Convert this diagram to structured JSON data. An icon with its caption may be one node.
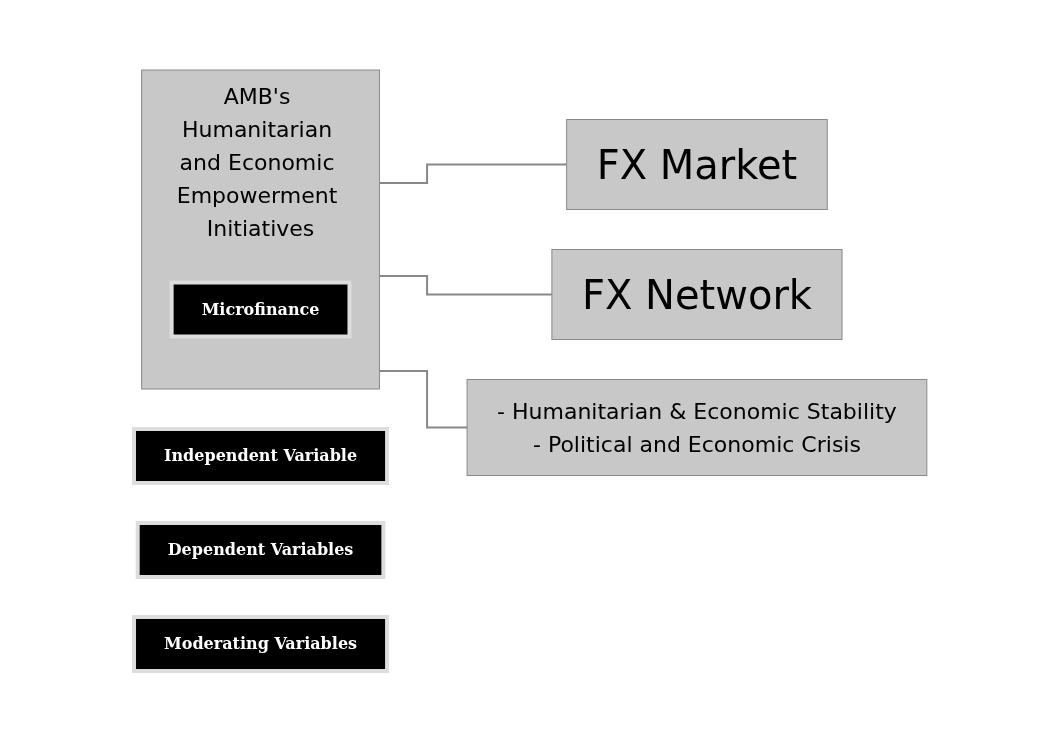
{
  "diagram": {
    "nodes": [
      {
        "text": [
          "Independent Variable"
        ]
      },
      {
        "text": [
          "AMB's Humanitarian and Economic Empowerment Initiatives"
        ]
      },
      {
        "text": [
          "Microfinance"
        ],
        "in": 1
      },
      {
        "text": [
          "Dependent Variables"
        ]
      },
      {
        "text": [
          "FX Market"
        ]
      },
      {
        "text": [
          "FX Network"
        ]
      },
      {
        "text": [
          "- Humanitarian & Economic Stability",
          "- Political and Economic Crisis"
        ]
      },
      {
        "text": [
          "Moderating Variables"
        ]
      }
    ],
    "edges": [
      {
        "from": 1,
        "to": 4,
        "arrow": "none"
      },
      {
        "from": 1,
        "to": 5,
        "arrow": "none"
      },
      {
        "from": 1,
        "to": 6,
        "arrow": "none"
      }
    ]
  }
}
